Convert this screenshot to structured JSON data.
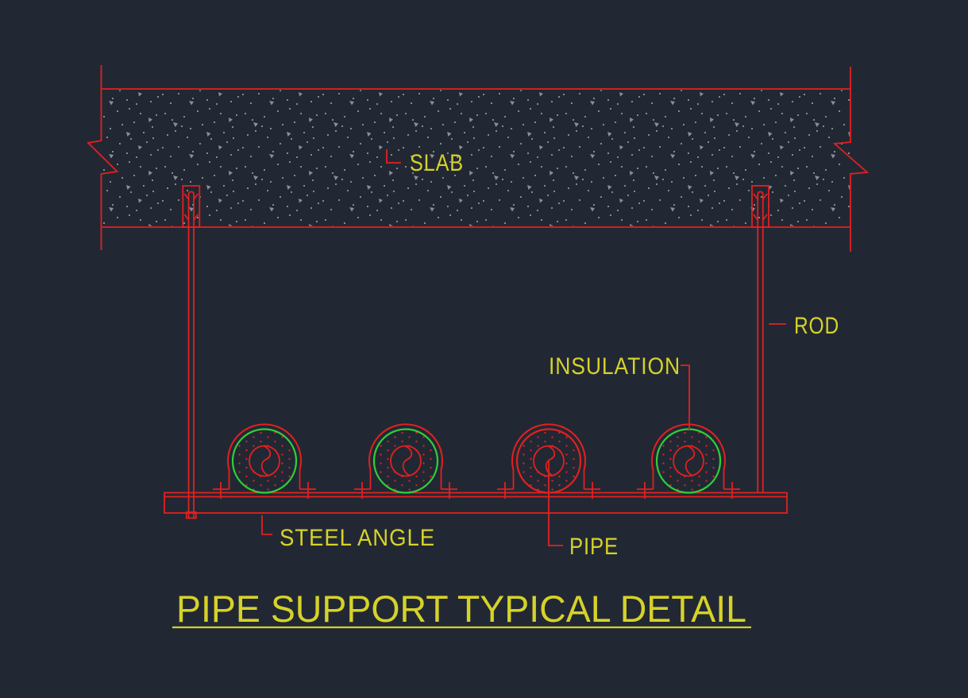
{
  "drawing": {
    "title": "PIPE SUPPORT TYPICAL DETAIL",
    "labels": {
      "slab": "SLAB",
      "rod": "ROD",
      "insulation": "INSULATION",
      "steel_angle": "STEEL ANGLE",
      "pipe": "PIPE"
    },
    "colors": {
      "background": "#222833",
      "line_red": "#e32020",
      "insulation_green": "#2fcf3a",
      "text_yellow": "#d6d228",
      "concrete_speckle": "#a3a9b2"
    },
    "pipes": {
      "count": 4
    }
  }
}
